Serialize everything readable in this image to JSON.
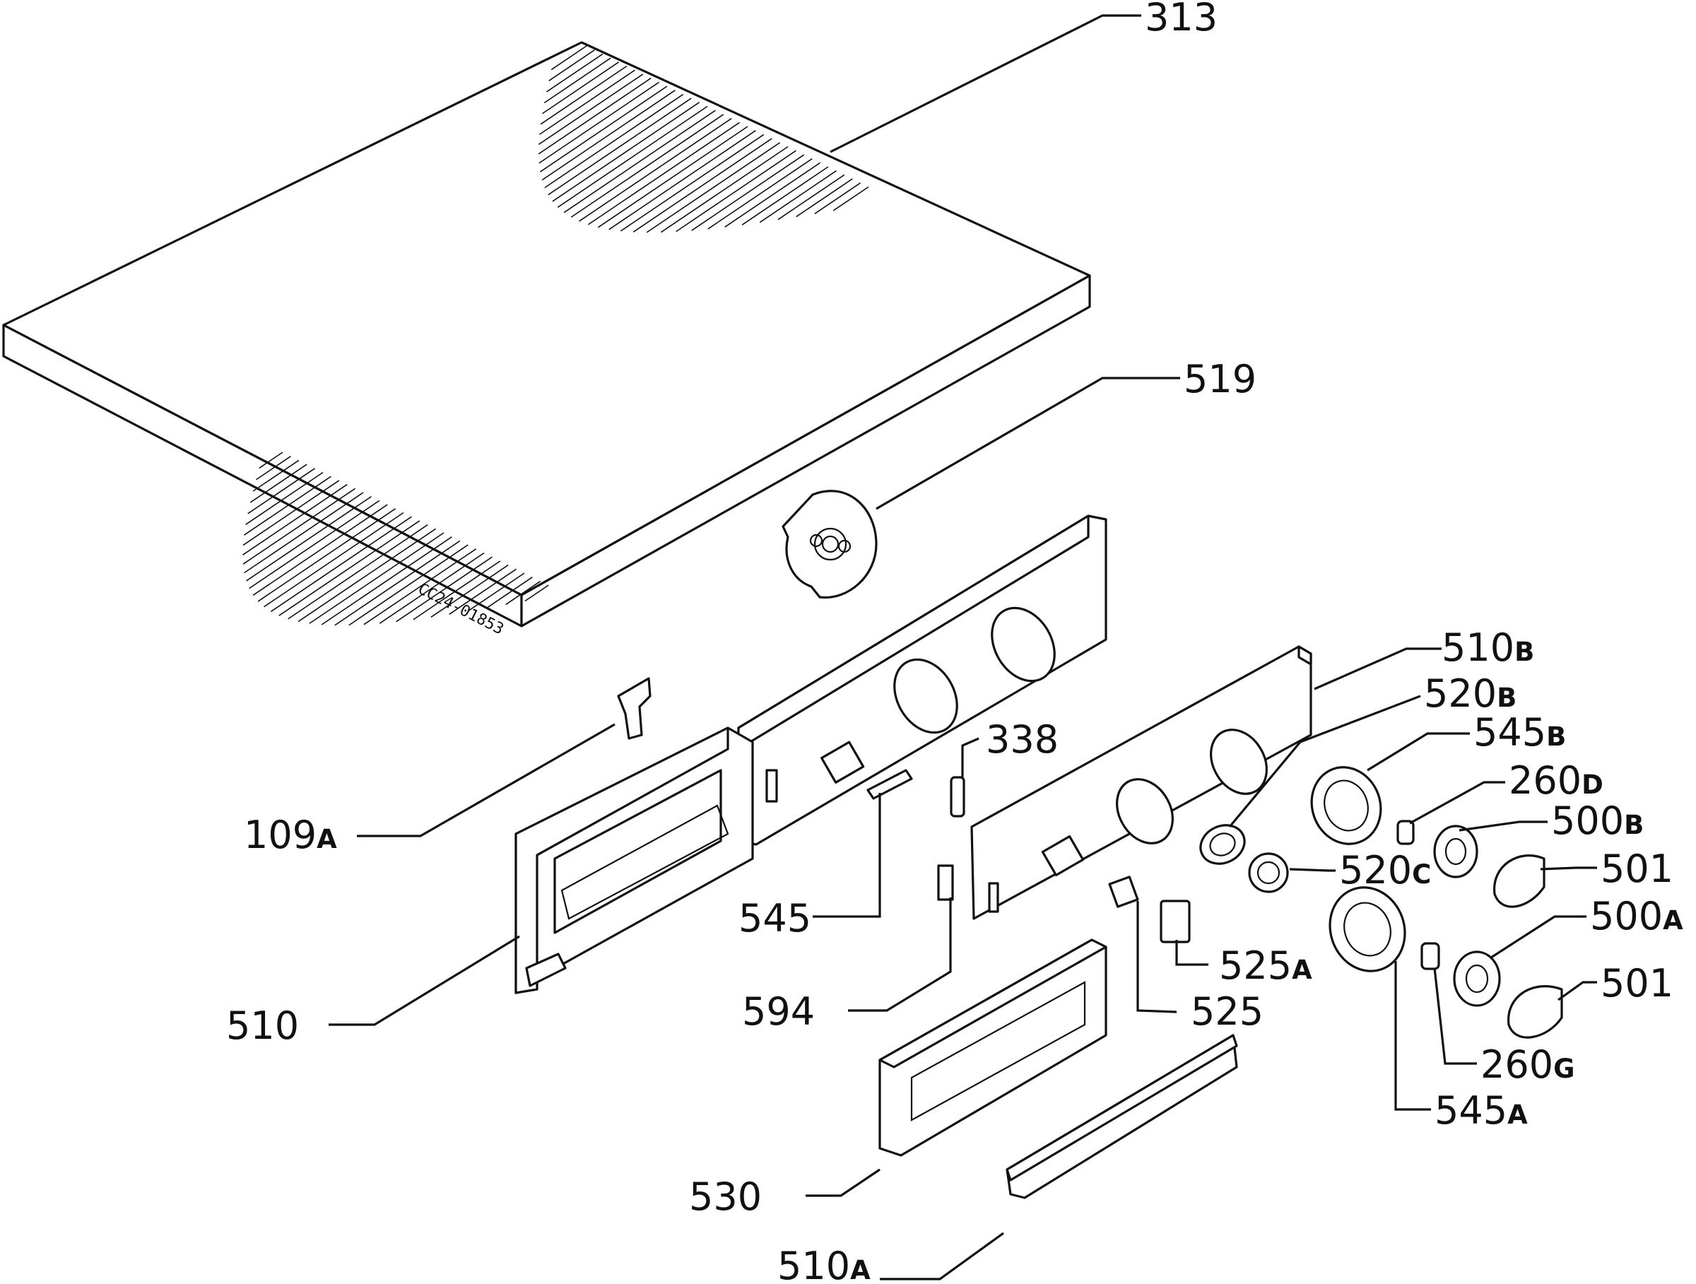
{
  "drawing": {
    "serial_code": "CC24-01853"
  },
  "labels": [
    {
      "key": "313",
      "num": "313",
      "suffix": ""
    },
    {
      "key": "519",
      "num": "519",
      "suffix": ""
    },
    {
      "key": "510b",
      "num": "510",
      "suffix": "B"
    },
    {
      "key": "520b",
      "num": "520",
      "suffix": "B"
    },
    {
      "key": "545b",
      "num": "545",
      "suffix": "B"
    },
    {
      "key": "260d",
      "num": "260",
      "suffix": "D"
    },
    {
      "key": "500b",
      "num": "500",
      "suffix": "B"
    },
    {
      "key": "501-upper",
      "num": "501",
      "suffix": ""
    },
    {
      "key": "520c",
      "num": "520",
      "suffix": "C"
    },
    {
      "key": "500a",
      "num": "500",
      "suffix": "A"
    },
    {
      "key": "501-lower",
      "num": "501",
      "suffix": ""
    },
    {
      "key": "338",
      "num": "338",
      "suffix": ""
    },
    {
      "key": "109a",
      "num": "109",
      "suffix": "A"
    },
    {
      "key": "545",
      "num": "545",
      "suffix": ""
    },
    {
      "key": "510",
      "num": "510",
      "suffix": ""
    },
    {
      "key": "594",
      "num": "594",
      "suffix": ""
    },
    {
      "key": "525a",
      "num": "525",
      "suffix": "A"
    },
    {
      "key": "525",
      "num": "525",
      "suffix": ""
    },
    {
      "key": "260g",
      "num": "260",
      "suffix": "G"
    },
    {
      "key": "545a",
      "num": "545",
      "suffix": "A"
    },
    {
      "key": "530",
      "num": "530",
      "suffix": ""
    },
    {
      "key": "510a",
      "num": "510",
      "suffix": "A"
    }
  ]
}
